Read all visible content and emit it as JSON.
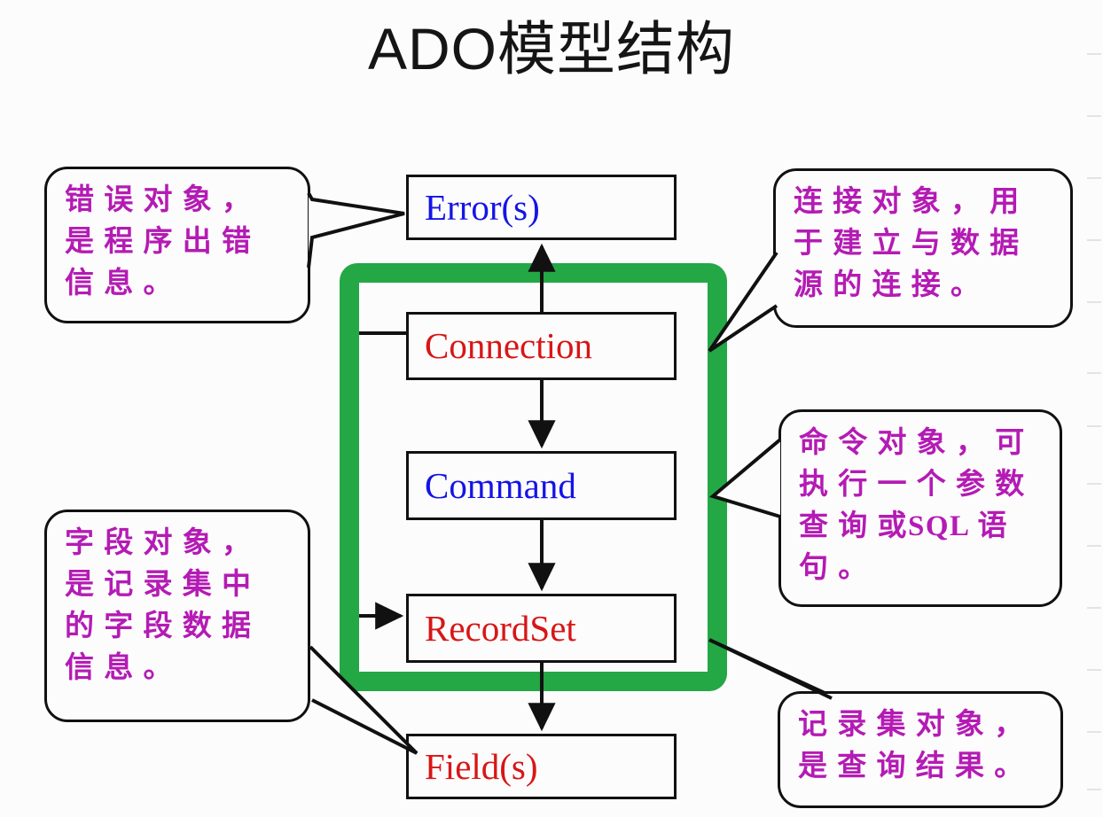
{
  "title": "ADO模型结构",
  "colors": {
    "green_frame": "#23a845",
    "callout_text": "#b41bb4",
    "box_blue": "#1414e6",
    "box_red": "#d71616",
    "outline": "#111111",
    "background": "#fdfcfd"
  },
  "diagram": {
    "boxes": [
      {
        "id": "error",
        "label": "Error(s)",
        "color": "blue"
      },
      {
        "id": "connection",
        "label": "Connection",
        "color": "red"
      },
      {
        "id": "command",
        "label": "Command",
        "color": "blue"
      },
      {
        "id": "recordset",
        "label": "RecordSet",
        "color": "red"
      },
      {
        "id": "fields",
        "label": "Field(s)",
        "color": "red"
      }
    ],
    "arrows": [
      {
        "from": "connection",
        "to": "error",
        "direction": "up"
      },
      {
        "from": "connection",
        "to": "command",
        "direction": "down"
      },
      {
        "from": "command",
        "to": "recordset",
        "direction": "down"
      },
      {
        "from": "recordset",
        "to": "fields",
        "direction": "down"
      },
      {
        "from": "connection-left-bus",
        "to": "recordset",
        "direction": "right"
      }
    ]
  },
  "callouts": {
    "error": {
      "name": "错误对象说明",
      "lines": [
        "错 误 对 象 ，",
        "是 程 序 出 错",
        "信 息 。"
      ],
      "points_to": "Error(s)"
    },
    "connection": {
      "name": "连接对象说明",
      "lines": [
        "连 接 对 象 ， 用",
        "于 建 立 与 数 据",
        "源 的 连 接 。"
      ],
      "points_to": "Connection"
    },
    "command": {
      "name": "命令对象说明",
      "lines": [
        "命 令 对 象 ， 可",
        "执 行 一 个 参 数",
        "查 询 或SQL 语",
        "句 。"
      ],
      "points_to": "Command"
    },
    "field": {
      "name": "字段对象说明",
      "lines": [
        "字 段 对 象 ，",
        "是 记 录 集 中",
        "的 字 段 数 据",
        "信 息 。"
      ],
      "points_to": "Field(s)"
    },
    "recordset": {
      "name": "记录集对象说明",
      "lines": [
        "记 录 集 对 象 ，",
        "是 查 询 结 果 。"
      ],
      "points_to": "RecordSet"
    }
  }
}
